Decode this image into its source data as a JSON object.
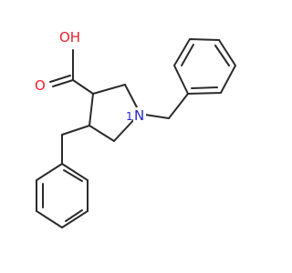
{
  "atoms": {
    "oh": "OH",
    "o": "O",
    "n": "N",
    "n_index": "1"
  },
  "colors": {
    "bond": "#2b2b2b",
    "oxygen": "#e8222b",
    "nitrogen": "#2525cc"
  }
}
